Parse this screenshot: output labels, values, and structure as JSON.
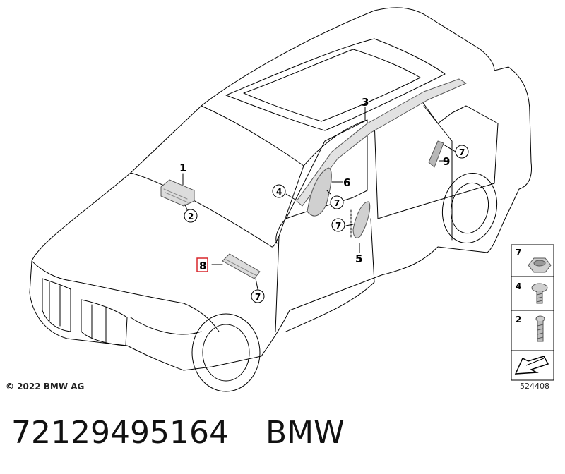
{
  "diagram": {
    "callouts": [
      "1",
      "2",
      "3",
      "4",
      "5",
      "6",
      "7",
      "8",
      "9"
    ],
    "highlighted_callout": "8",
    "highlight_color": "#d9262c",
    "legend": [
      {
        "number": "7",
        "part": "nut-icon"
      },
      {
        "number": "4",
        "part": "screw-icon"
      },
      {
        "number": "2",
        "part": "bolt-icon"
      }
    ],
    "arrow_icon": "direction-arrow-icon",
    "copyright": "© 2022 BMW AG",
    "diagram_number": "524408"
  },
  "footer": {
    "part_number": "72129495164",
    "brand": "BMW"
  }
}
